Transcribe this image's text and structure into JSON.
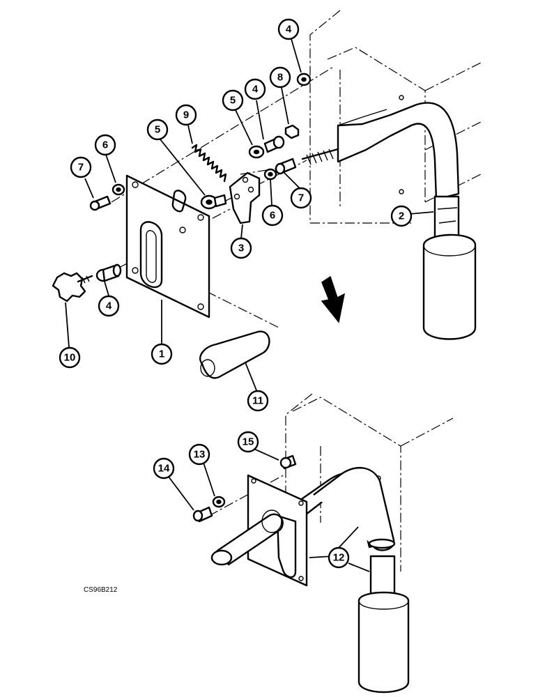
{
  "figure_code": "CS96B212",
  "callouts": [
    {
      "id": "c1",
      "label": "1"
    },
    {
      "id": "c2",
      "label": "2"
    },
    {
      "id": "c3",
      "label": "3"
    },
    {
      "id": "c4a",
      "label": "4"
    },
    {
      "id": "c4b",
      "label": "4"
    },
    {
      "id": "c4c",
      "label": "4"
    },
    {
      "id": "c5a",
      "label": "5"
    },
    {
      "id": "c5b",
      "label": "5"
    },
    {
      "id": "c6a",
      "label": "6"
    },
    {
      "id": "c6b",
      "label": "6"
    },
    {
      "id": "c7a",
      "label": "7"
    },
    {
      "id": "c7b",
      "label": "7"
    },
    {
      "id": "c8",
      "label": "8"
    },
    {
      "id": "c9",
      "label": "9"
    },
    {
      "id": "c10",
      "label": "10"
    },
    {
      "id": "c11",
      "label": "11"
    },
    {
      "id": "c12",
      "label": "12"
    },
    {
      "id": "c13",
      "label": "13"
    },
    {
      "id": "c14",
      "label": "14"
    },
    {
      "id": "c15",
      "label": "15"
    }
  ]
}
